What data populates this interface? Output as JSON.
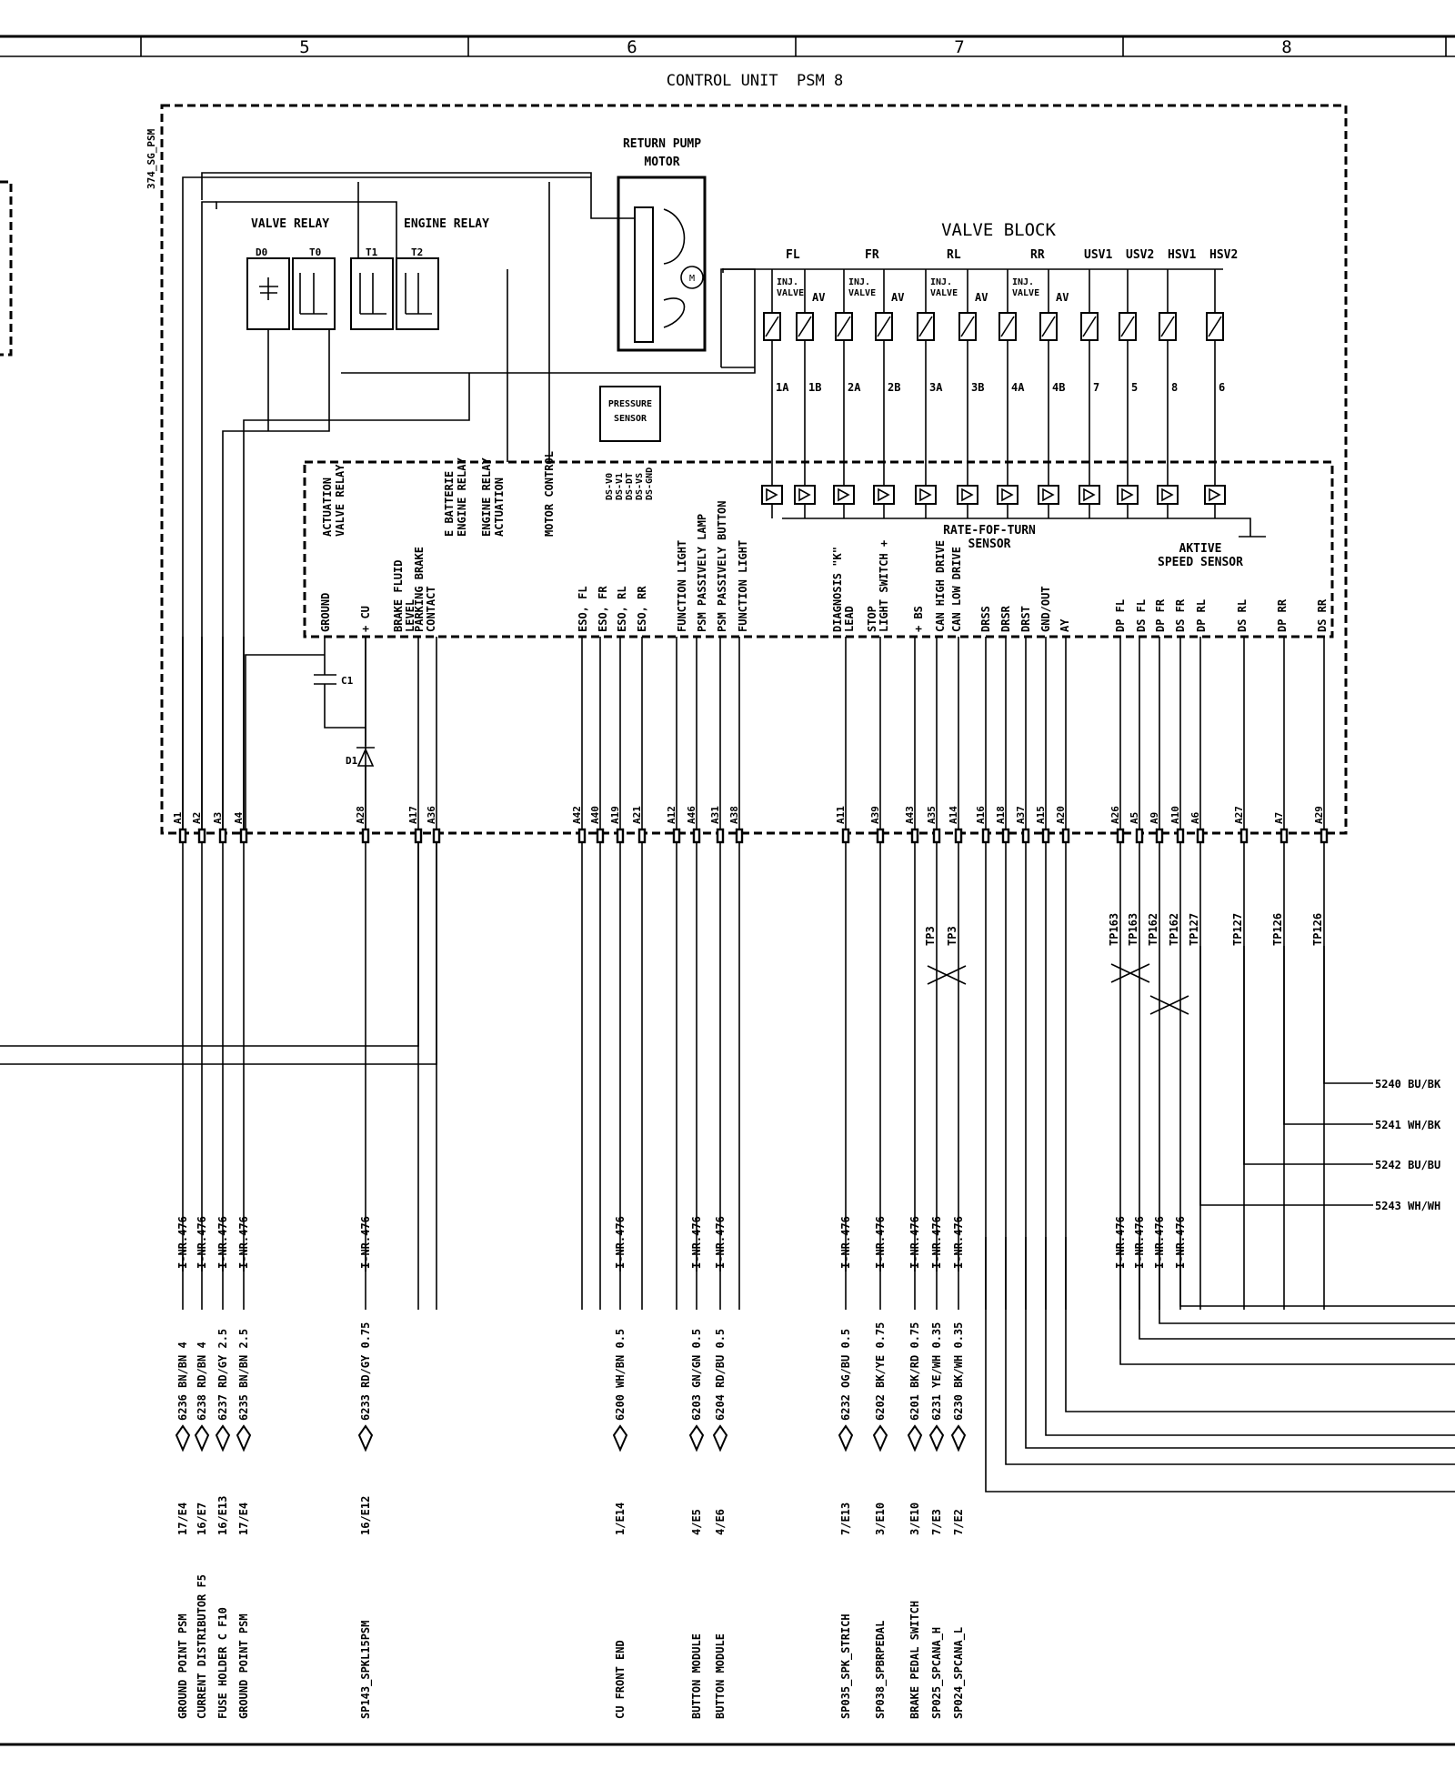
{
  "header": {
    "grid_columns": [
      "5",
      "6",
      "7",
      "8"
    ],
    "title": "CONTROL UNIT  PSM 8"
  },
  "frame": {
    "module_ref": "374_SG_PSM"
  },
  "components": {
    "valve_relay": "VALVE RELAY",
    "engine_relay": "ENGINE RELAY",
    "contacts": [
      "D0",
      "T0",
      "T1",
      "T2"
    ],
    "return_pump": "RETURN PUMP",
    "motor": "MOTOR",
    "pressure_sensor": [
      "PRESSURE",
      "SENSOR"
    ],
    "pressure_pins": [
      "DS-V0",
      "DS-V1",
      "DS-DT",
      "DS-VS",
      "DS-GND"
    ],
    "valve_block": "VALVE BLOCK",
    "capacitor": "C1",
    "diode": "D1"
  },
  "valve_block": {
    "groups": [
      "FL",
      "FR",
      "RL",
      "RR"
    ],
    "usv_hsv": [
      "USV1",
      "USV2",
      "HSV1",
      "HSV2"
    ],
    "inj_valve": [
      "INJ.",
      "VALVE"
    ],
    "av": "AV",
    "coil_numbers": [
      "1A",
      "1B",
      "2A",
      "2B",
      "3A",
      "3B",
      "4A",
      "4B",
      "7",
      "5",
      "8",
      "6"
    ]
  },
  "sensors": {
    "rate_of_turn": [
      "RATE-FOF-TURN",
      "SENSOR"
    ],
    "aktive_speed": [
      "AKTIVE",
      "SPEED SENSOR"
    ]
  },
  "cu_inputs": {
    "upper": [
      [
        "ACTUATION",
        "VALVE RELAY"
      ],
      [
        "E BATTERIE",
        "ENGINE RELAY"
      ],
      [
        "ENGINE RELAY",
        "ACTUATION"
      ],
      [
        "MOTOR CONTROL"
      ]
    ],
    "lower": [
      [
        "GROUND"
      ],
      [
        "+ CU"
      ],
      [
        "BRAKE FLUID",
        "LEVEL"
      ],
      [
        "PARKING BRAKE",
        "CONTACT"
      ],
      [
        "ESO, FL"
      ],
      [
        "ESO, FR"
      ],
      [
        "ESO, RL"
      ],
      [
        "ESO, RR"
      ],
      [
        "FUNCTION LIGHT"
      ],
      [
        "PSM PASSIVELY LAMP"
      ],
      [
        "PSM PASSIVELY BUTTON"
      ],
      [
        "FUNCTION LIGHT"
      ],
      [
        "DIAGNOSIS \"K\"",
        "LEAD"
      ],
      [
        "STOP",
        "LIGHT SWITCH +"
      ],
      [
        "+ BS"
      ],
      [
        "CAN HIGH DRIVE"
      ],
      [
        "CAN LOW DRIVE"
      ],
      [
        "DRSS"
      ],
      [
        "DRSR"
      ],
      [
        "DRST"
      ],
      [
        "GND/OUT"
      ],
      [
        "AY"
      ],
      [
        "DP FL"
      ],
      [
        "DS FL"
      ],
      [
        "DP FR"
      ],
      [
        "DS FR"
      ],
      [
        "DP RL"
      ],
      [
        "DS RL"
      ],
      [
        "DP RR"
      ],
      [
        "DS RR"
      ]
    ]
  },
  "pins": [
    "A1",
    "A2",
    "A3",
    "A4",
    "A28",
    "A17",
    "A36",
    "A42",
    "A40",
    "A19",
    "A21",
    "A12",
    "A46",
    "A31",
    "A38",
    "A11",
    "A39",
    "A43",
    "A35",
    "A14",
    "A16",
    "A18",
    "A37",
    "A15",
    "A20",
    "A26",
    "A5",
    "A9",
    "A10",
    "A6",
    "A27",
    "A7",
    "A29"
  ],
  "testpoints": {
    "tp3": [
      "TP3",
      "TP3"
    ],
    "speed": [
      "TP163",
      "TP163",
      "TP162",
      "TP162",
      "TP127",
      "TP127",
      "TP126",
      "TP126"
    ]
  },
  "right_wires": [
    "5240 BU/BK",
    "5241 WH/BK",
    "5242 BU/BU",
    "5243 WH/WH"
  ],
  "bottom_wires": [
    {
      "cable": "I-NR.476",
      "wire": "6236 BN/BN 4",
      "loc": "17/E4",
      "dest": "GROUND POINT PSM"
    },
    {
      "cable": "I-NR.476",
      "wire": "6238 RD/BN 4",
      "loc": "16/E7",
      "dest": "CURRENT DISTRIBUTOR F5"
    },
    {
      "cable": "I-NR.476",
      "wire": "6237 RD/GY 2.5",
      "loc": "16/E13",
      "dest": "FUSE HOLDER C F10"
    },
    {
      "cable": "I-NR.476",
      "wire": "6235 BN/BN 2.5",
      "loc": "17/E4",
      "dest": "GROUND POINT PSM"
    },
    {
      "cable": "I-NR.476",
      "wire": "6233 RD/GY 0.75",
      "loc": "16/E12",
      "dest": "SP143_SPKL15PSM"
    },
    {
      "cable": "I-NR.476",
      "wire": "6200 WH/BN 0.5",
      "loc": "1/E14",
      "dest": "CU FRONT END"
    },
    {
      "cable": "I-NR.476",
      "wire": "6203 GN/GN 0.5",
      "loc": "4/E5",
      "dest": "BUTTON MODULE"
    },
    {
      "cable": "I-NR.476",
      "wire": "6204 RD/BU 0.5",
      "loc": "4/E6",
      "dest": "BUTTON MODULE"
    },
    {
      "cable": "I-NR.476",
      "wire": "6232 OG/BU 0.5",
      "loc": "7/E13",
      "dest": "SP035_SPK_STRICH"
    },
    {
      "cable": "I-NR.476",
      "wire": "6202 BK/YE 0.75",
      "loc": "3/E10",
      "dest": "SP038_SPBRPEDAL"
    },
    {
      "cable": "I-NR.476",
      "wire": "6201 BK/RD 0.75",
      "loc": "3/E10",
      "dest": "BRAKE PEDAL SWITCH"
    },
    {
      "cable": "I-NR.476",
      "wire": "6231 YE/WH 0.35",
      "loc": "7/E3",
      "dest": "SP025_SPCANA_H"
    },
    {
      "cable": "I-NR.476",
      "wire": "6230 BK/WH 0.35",
      "loc": "7/E2",
      "dest": "SP024_SPCANA_L"
    }
  ],
  "speed_cables": [
    "I-NR.476",
    "I-NR.476",
    "I-NR.476",
    "I-NR.476"
  ]
}
